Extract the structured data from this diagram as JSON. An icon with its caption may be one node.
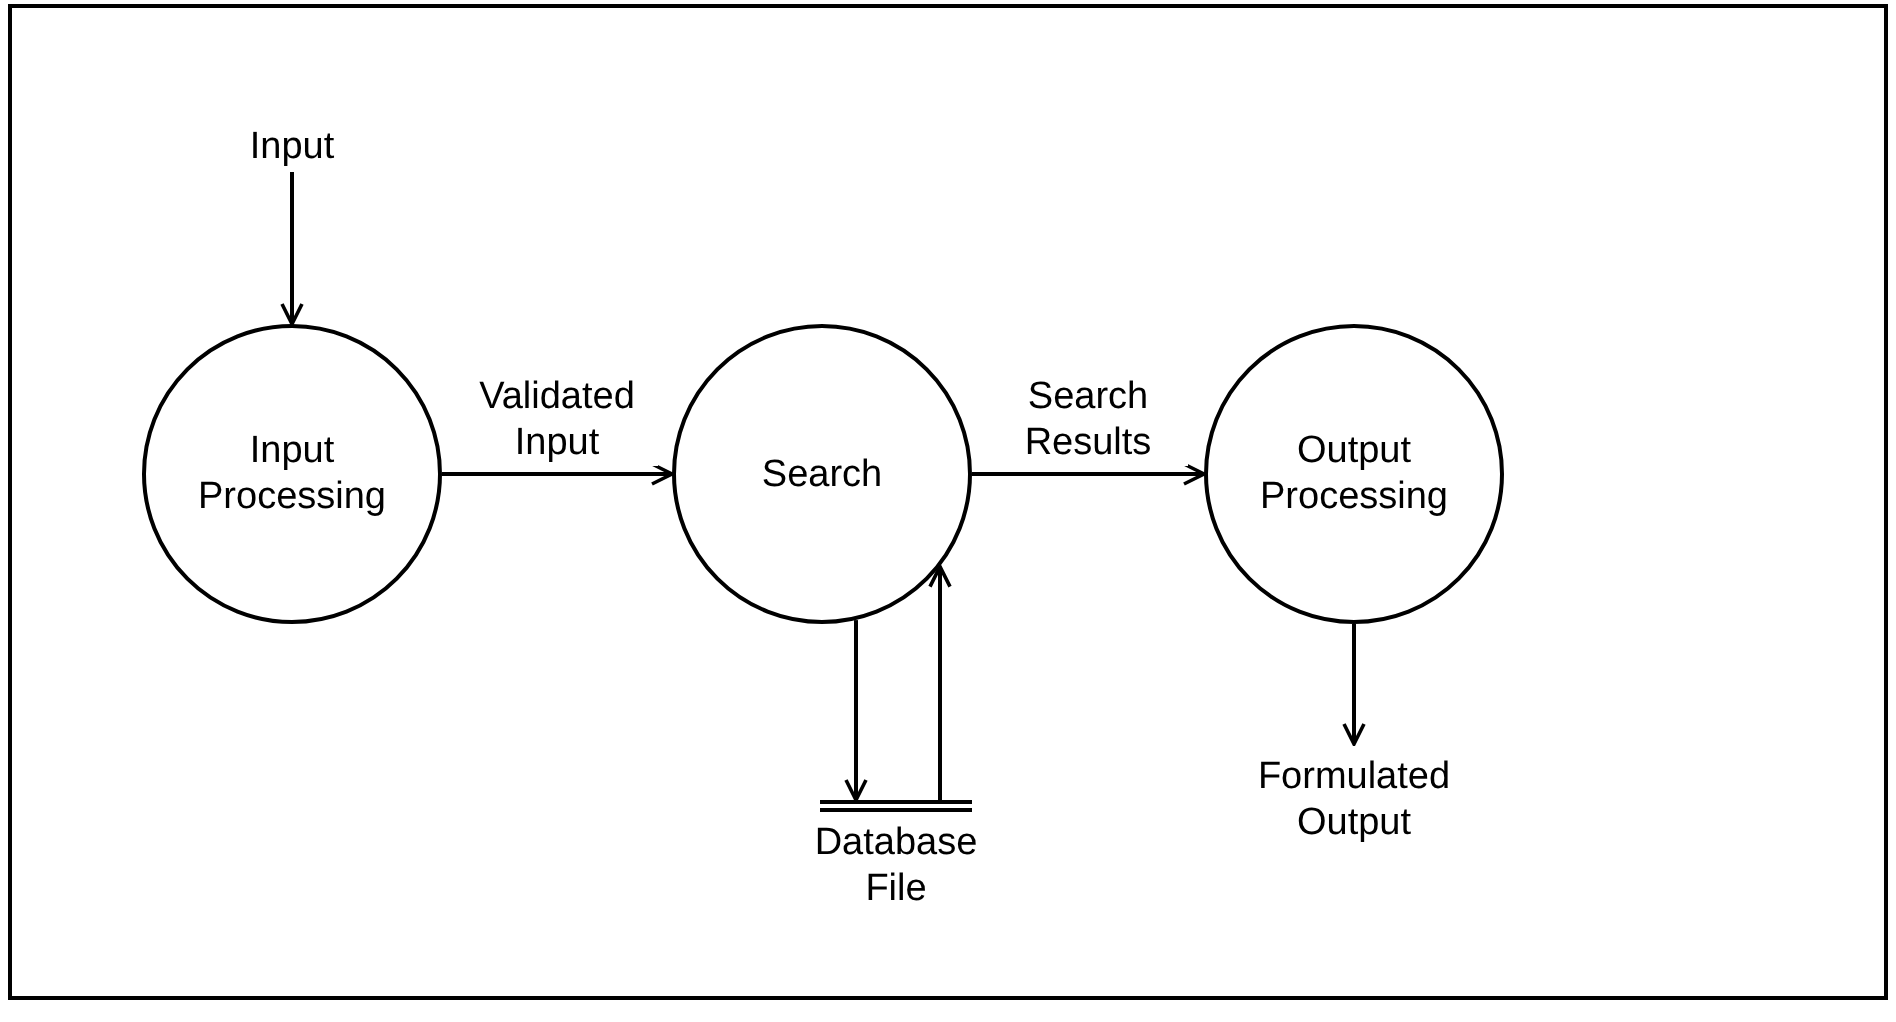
{
  "diagram": {
    "nodes": [
      {
        "text": [
          "Input"
        ]
      },
      {
        "text": [
          "Input Processing"
        ]
      },
      {
        "text": [
          "Search"
        ]
      },
      {
        "text": [
          "Output Processing"
        ]
      },
      {
        "text": [
          "Database File"
        ]
      },
      {
        "text": [
          "Formulated Output"
        ]
      }
    ],
    "edges": [
      {
        "from": 0,
        "to": 1,
        "arrow": "to"
      },
      {
        "from": 1,
        "to": 2,
        "arrow": "to",
        "label": "Validated Input"
      },
      {
        "from": 2,
        "to": 4,
        "arrow": "to"
      },
      {
        "from": 4,
        "to": 2,
        "arrow": "to"
      },
      {
        "from": 2,
        "to": 3,
        "arrow": "to",
        "label": "Search Results"
      },
      {
        "from": 3,
        "to": 5,
        "arrow": "to"
      }
    ]
  }
}
